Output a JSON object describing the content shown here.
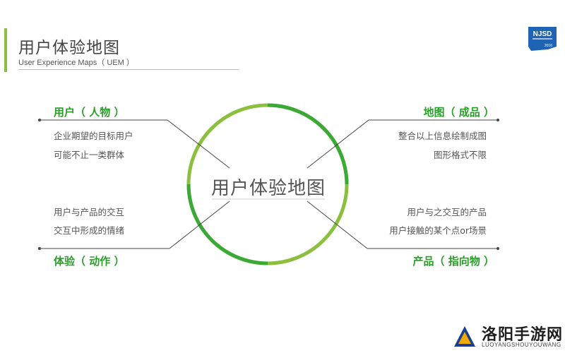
{
  "header": {
    "title": "用户体验地图",
    "subtitle": "User Experience Maps（ UEM ）"
  },
  "logo": {
    "brand": "NJSD",
    "year": "2016",
    "color": "#1f64b4"
  },
  "diagram": {
    "center_label": "用户体验地图",
    "ring_color_dark": "#3aa935",
    "ring_color_light": "#8dbf3f",
    "title_color": "#2a9d2a",
    "top_left": {
      "title": "用户（ 人物 ）",
      "lines": [
        "企业期望的目标用户",
        "可能不止一类群体"
      ]
    },
    "top_right": {
      "title": "地图（ 成品 ）",
      "lines": [
        "整合以上信息绘制成图",
        "图形格式不限"
      ]
    },
    "bottom_left": {
      "title": "体验（ 动作 ）",
      "lines": [
        "用户与产品的交互",
        "交互中形成的情绪"
      ]
    },
    "bottom_right": {
      "title": "产品（ 指向物 ）",
      "lines": [
        "用户与之交互的产品",
        "用户接触的某个点or场景"
      ]
    }
  },
  "watermark": {
    "name": "洛阳手游网",
    "site": "LUOYANGSHOUYOUWANG"
  }
}
